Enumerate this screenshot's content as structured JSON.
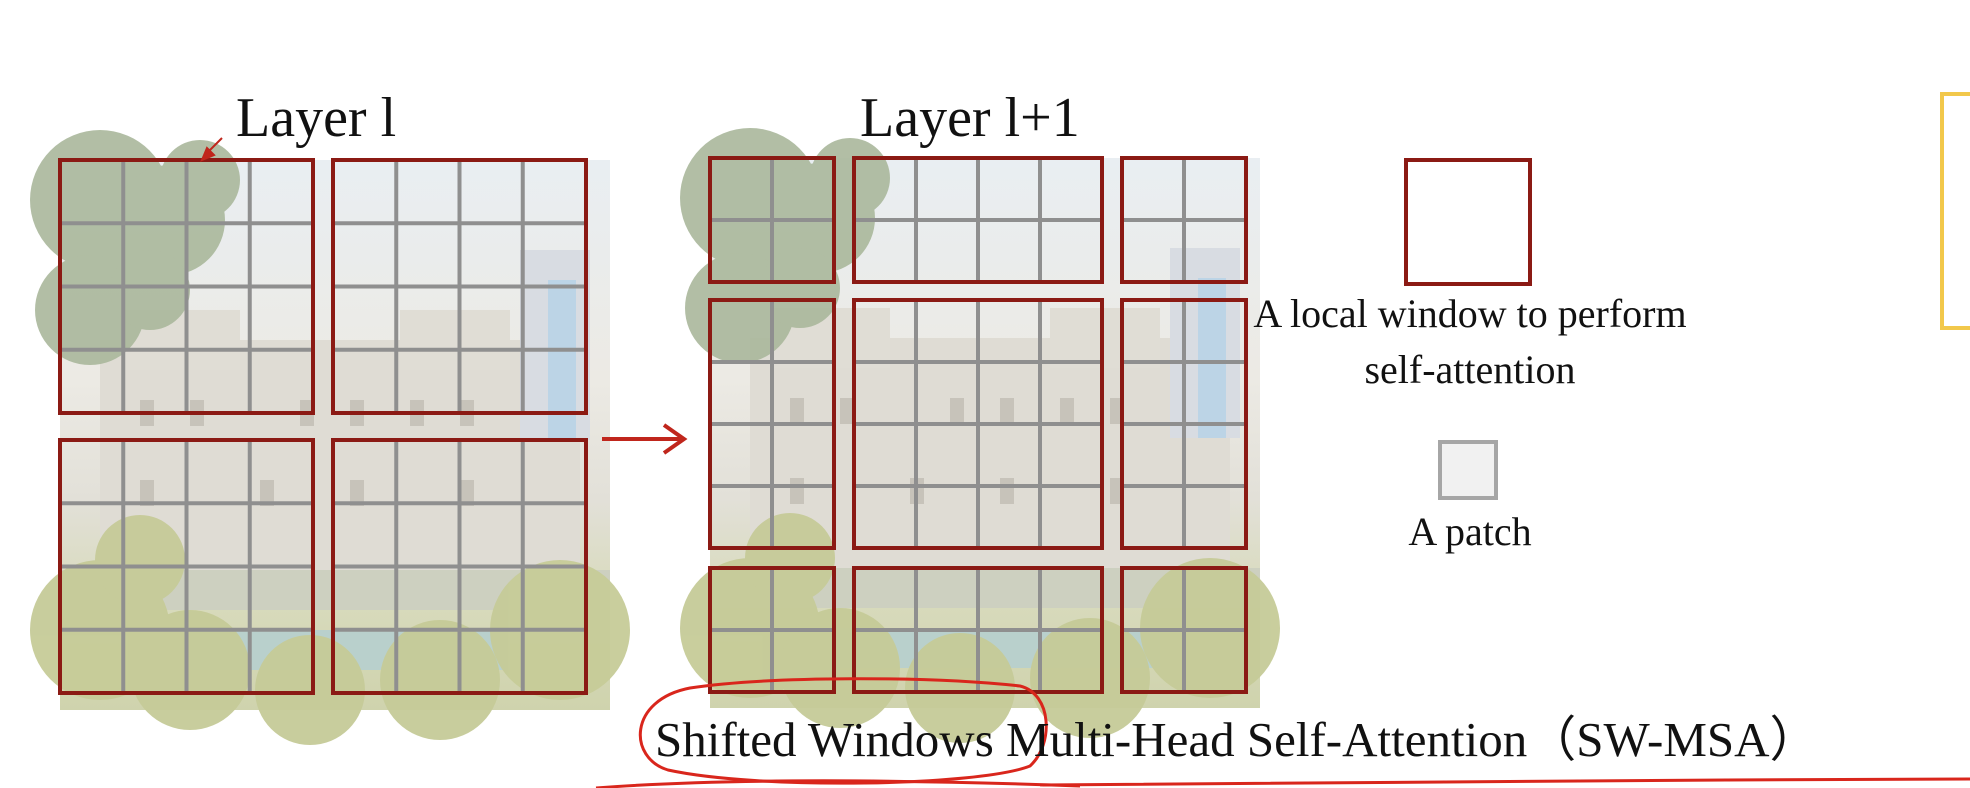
{
  "layers": {
    "left_title": "Layer l",
    "right_title": "Layer l+1"
  },
  "legend": {
    "window_label": "A local window to perform self-attention",
    "patch_label": "A patch"
  },
  "caption": "Shifted Windows Multi-Head Self-Attention（SW-MSA）",
  "colors": {
    "window_border": "#8b1a14",
    "patch_grid": "#8f8f8f",
    "annotation_ink": "#d9261c",
    "highlight_box": "#f2c84b",
    "sky": "#e7edf2",
    "building": "#dedbd4",
    "foliage": "#c9cc9c",
    "tree": "#a9b59a",
    "water": "#b8cfcf"
  }
}
